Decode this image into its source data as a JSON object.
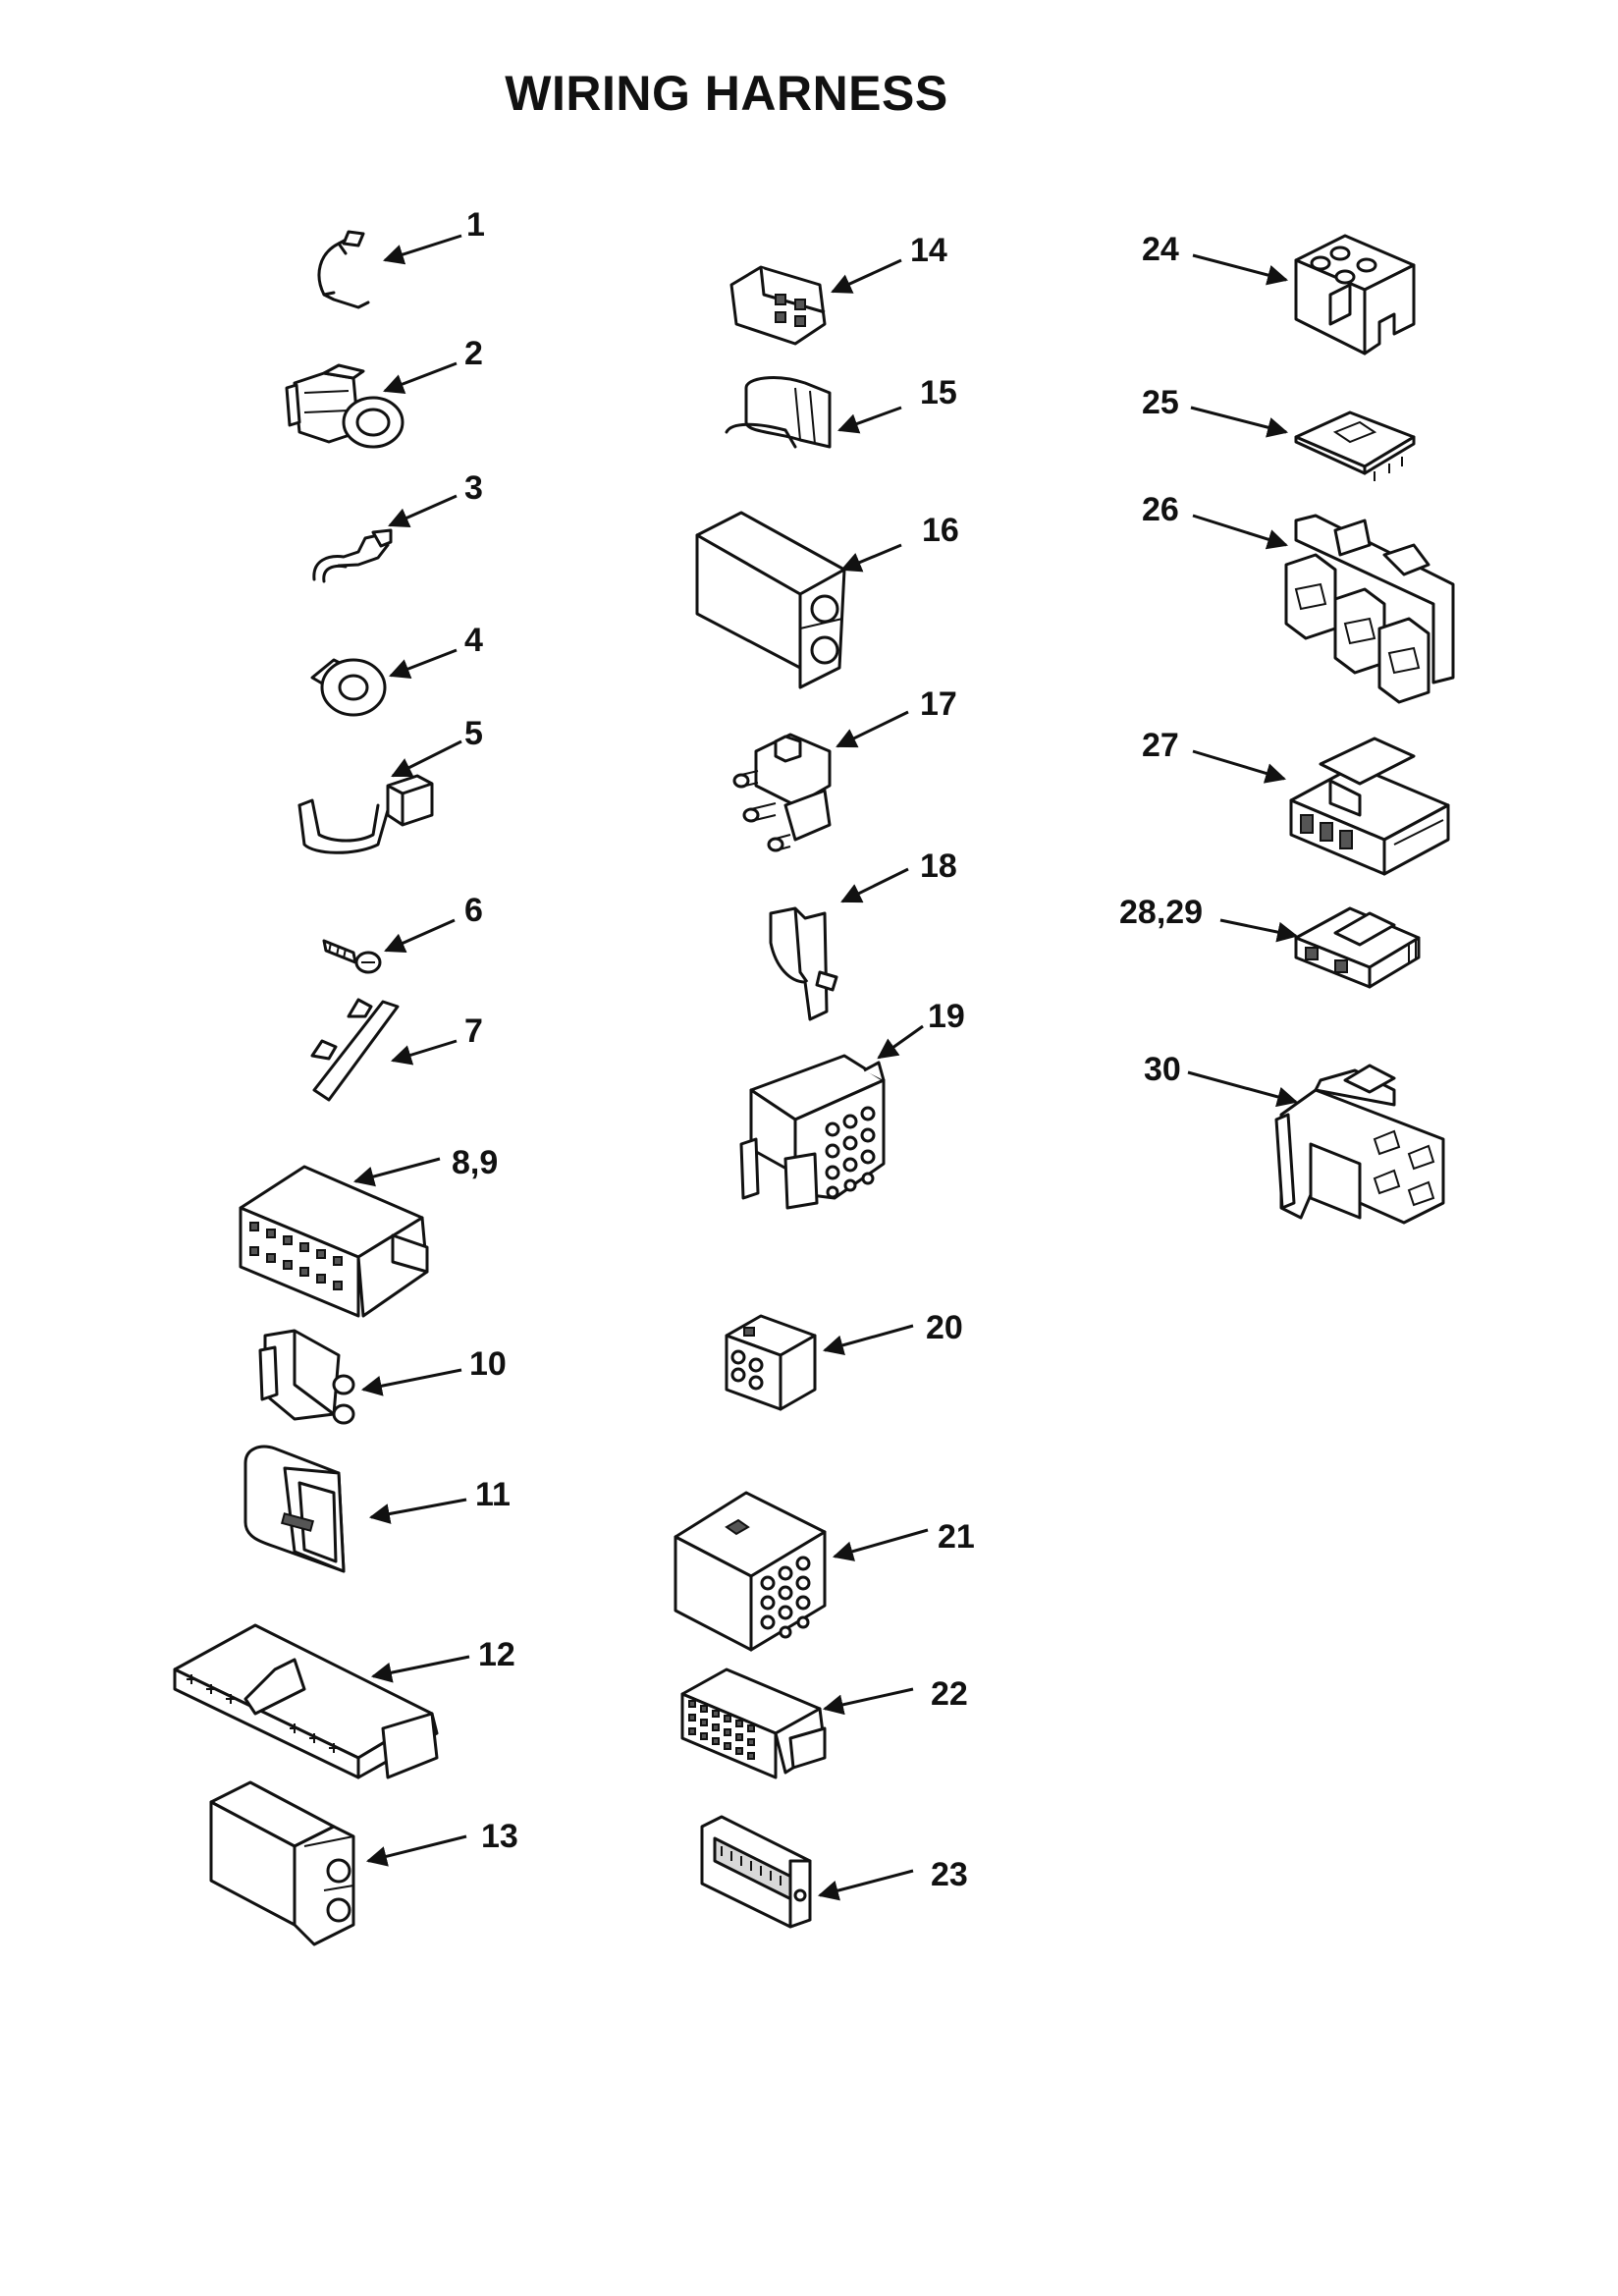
{
  "title": "WIRING HARNESS",
  "callouts": [
    {
      "id": "c1",
      "label": "1"
    },
    {
      "id": "c2",
      "label": "2"
    },
    {
      "id": "c3",
      "label": "3"
    },
    {
      "id": "c4",
      "label": "4"
    },
    {
      "id": "c5",
      "label": "5"
    },
    {
      "id": "c6",
      "label": "6"
    },
    {
      "id": "c7",
      "label": "7"
    },
    {
      "id": "c8",
      "label": "8,9"
    },
    {
      "id": "c10",
      "label": "10"
    },
    {
      "id": "c11",
      "label": "11"
    },
    {
      "id": "c12",
      "label": "12"
    },
    {
      "id": "c13",
      "label": "13"
    },
    {
      "id": "c14",
      "label": "14"
    },
    {
      "id": "c15",
      "label": "15"
    },
    {
      "id": "c16",
      "label": "16"
    },
    {
      "id": "c17",
      "label": "17"
    },
    {
      "id": "c18",
      "label": "18"
    },
    {
      "id": "c19",
      "label": "19"
    },
    {
      "id": "c20",
      "label": "20"
    },
    {
      "id": "c21",
      "label": "21"
    },
    {
      "id": "c22",
      "label": "22"
    },
    {
      "id": "c23",
      "label": "23"
    },
    {
      "id": "c24",
      "label": "24"
    },
    {
      "id": "c25",
      "label": "25"
    },
    {
      "id": "c26",
      "label": "26"
    },
    {
      "id": "c27",
      "label": "27"
    },
    {
      "id": "c28",
      "label": "28,29"
    },
    {
      "id": "c30",
      "label": "30"
    }
  ]
}
